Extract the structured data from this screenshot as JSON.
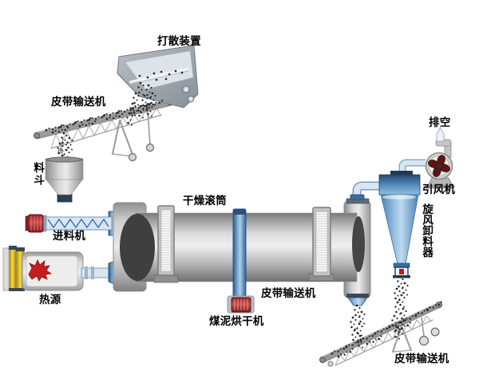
{
  "labels": {
    "scatter_device": "打散装置",
    "belt_conveyor_top": "皮带输送机",
    "hopper": "料斗",
    "feeder": "进料机",
    "heat_source": "热源",
    "drying_drum": "干燥滚筒",
    "belt_conveyor_middle": "皮带输送机",
    "coal_slime_dryer": "煤泥烘干机",
    "exhaust": "排空",
    "induced_draft_fan": "引风机",
    "cyclone_discharger": "旋风卸料器",
    "belt_conveyor_bottom": "皮带输送机"
  },
  "colors": {
    "background": "#ffffff",
    "machine_gray": "#b5b5b5",
    "drum_gray": "#d9d9d9",
    "steel_blue": "#3a6ea5",
    "pipe_light_blue": "#d8e6f2",
    "motor_red": "#b02828",
    "flame_red": "#c41e1e",
    "pipe_yellow": "#e8c81e",
    "fan_blade_dark_red": "#5c1414",
    "particle_dark": "#2a2a2a",
    "label_text": "#000000"
  }
}
